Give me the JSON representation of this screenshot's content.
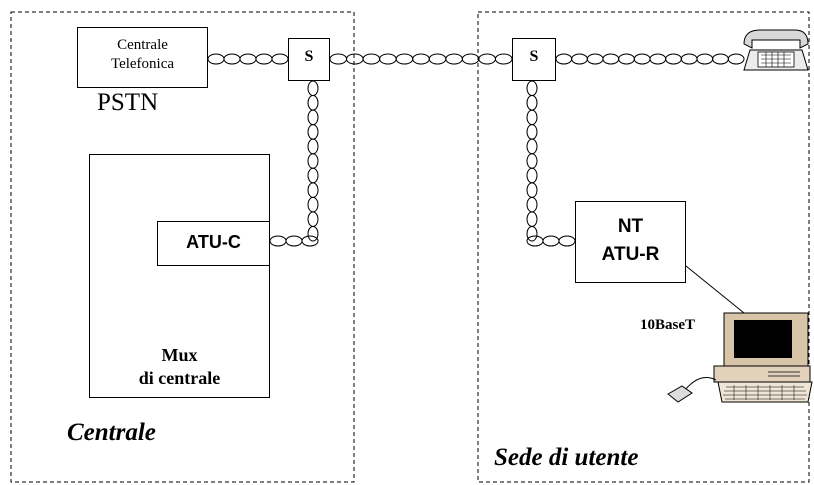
{
  "central_office": {
    "region_label": "Centrale",
    "exchange_line1": "Centrale",
    "exchange_line2": "Telefonica",
    "pstn_label": "PSTN",
    "splitter_label": "S",
    "atu_c_label": "ATU-C",
    "mux_line1": "Mux",
    "mux_line2": "di centrale"
  },
  "customer_premises": {
    "region_label": "Sede di utente",
    "splitter_label": "S",
    "nt_line1": "NT",
    "nt_line2": "ATU-R",
    "ethernet_label": "10BaseT",
    "telephone_icon": "telephone-icon",
    "computer_icon": "computer-icon",
    "mouse_icon": "mouse-icon"
  }
}
